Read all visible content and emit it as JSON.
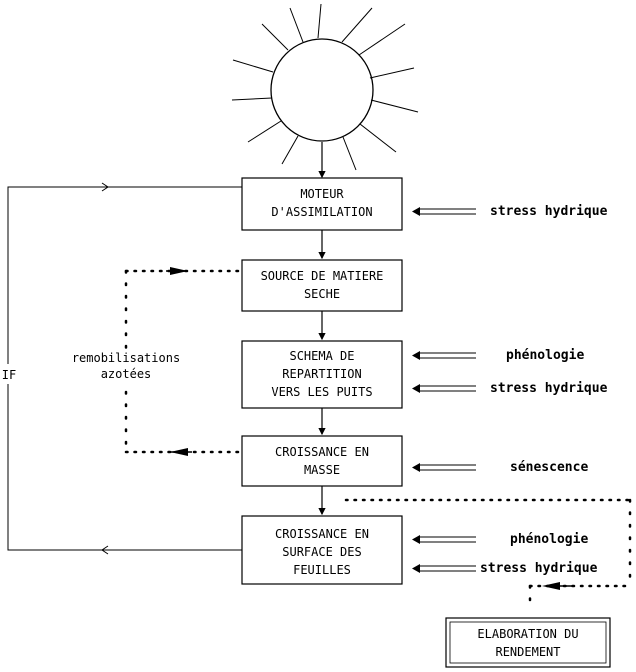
{
  "boxes": {
    "moteur": [
      "MOTEUR",
      "D'ASSIMILATION"
    ],
    "source": [
      "SOURCE DE MATIERE",
      "SECHE"
    ],
    "schema": [
      "SCHEMA DE",
      "REPARTITION",
      "VERS LES PUITS"
    ],
    "masse": [
      "CROISSANCE EN",
      "MASSE"
    ],
    "surface": [
      "CROISSANCE EN",
      "SURFACE DES",
      "FEUILLES"
    ],
    "rendement": [
      "ELABORATION DU",
      "RENDEMENT"
    ]
  },
  "factors": {
    "moteur_stress": "stress hydrique",
    "schema_phenologie": "phénologie",
    "schema_stress": "stress hydrique",
    "masse_senescence": "sénescence",
    "surface_phenologie": "phénologie",
    "surface_stress": "stress hydrique"
  },
  "remobilisation": [
    "remobilisations",
    "azotées"
  ],
  "feedback_label": "IF"
}
